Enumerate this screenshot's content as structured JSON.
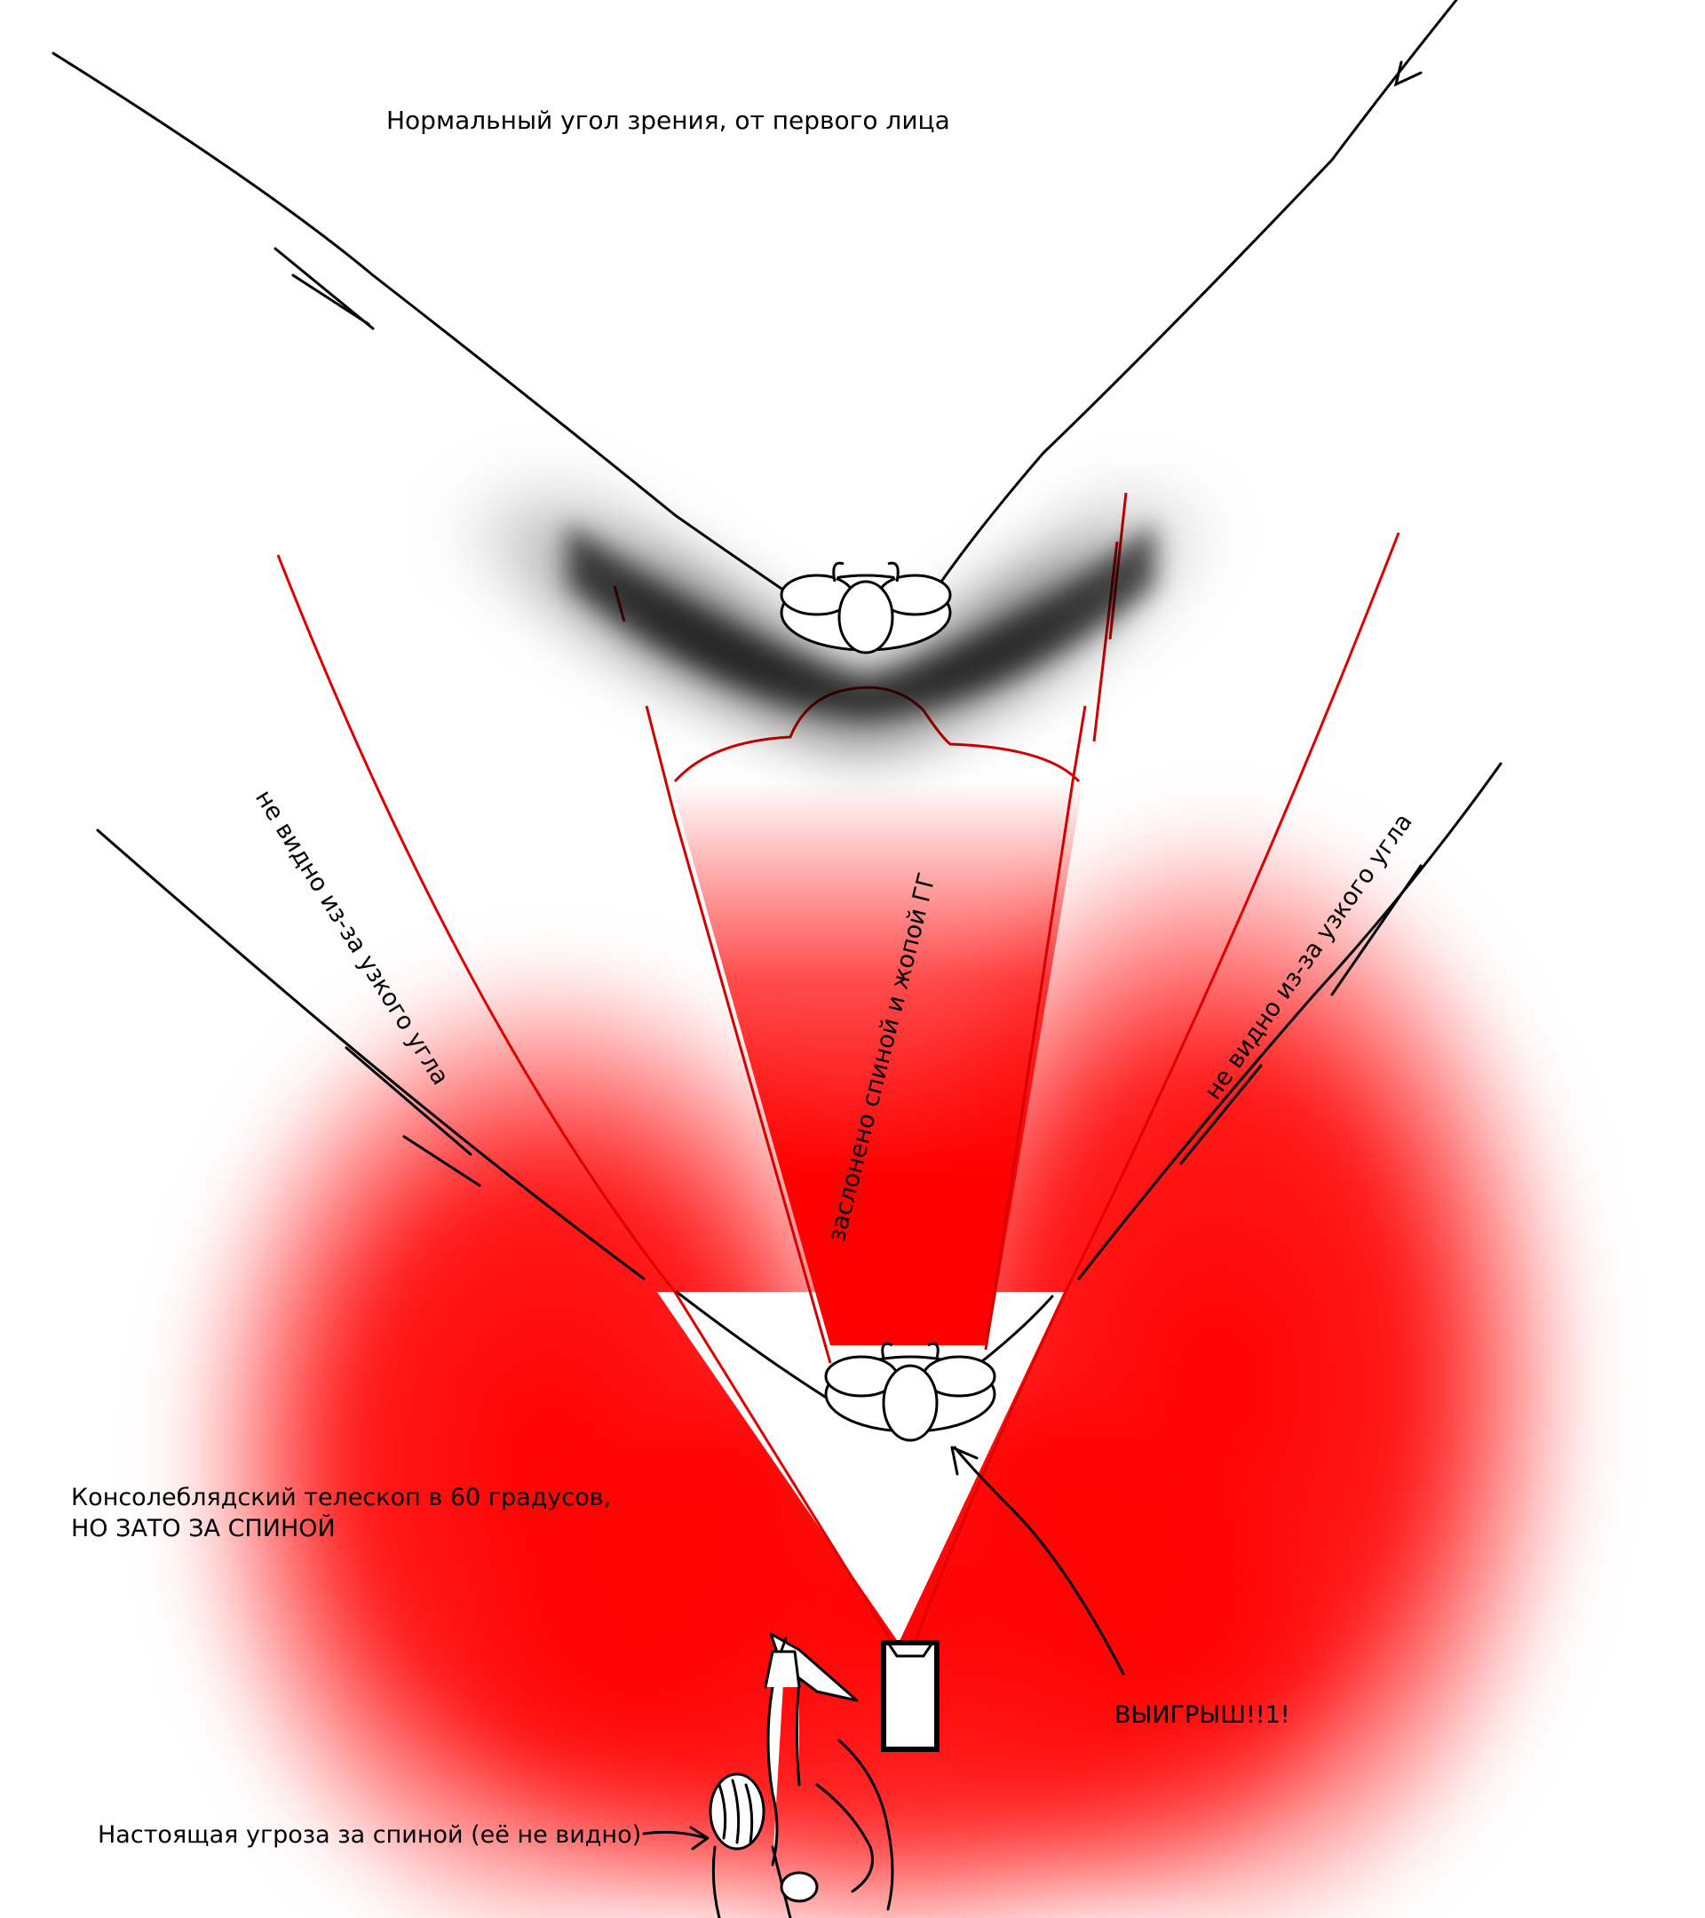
{
  "labels": {
    "normal_view": "Нормальный угол зрения, от первого лица",
    "left_hidden": "не видно из-за узкого угла",
    "right_hidden": "не видно из-за узкого угла",
    "blocked": "заслонено спиной и жопой ГГ",
    "console_line1": "Консолеблядский телескоп в 60 градусов,",
    "console_line2": "НО ЗАТО ЗА СПИНОЙ",
    "win": "ВЫИГРЫШ!!1!",
    "threat": "Настоящая угроза за спиной (её не видно)"
  },
  "colors": {
    "red": "#ff0000",
    "ink": "#000000",
    "background": "#ffffff"
  },
  "icons": {
    "character_top": "person-topdown-icon",
    "character_bottom": "person-topdown-icon",
    "camera": "camera-box-icon",
    "enemy": "knife-enemy-icon"
  }
}
